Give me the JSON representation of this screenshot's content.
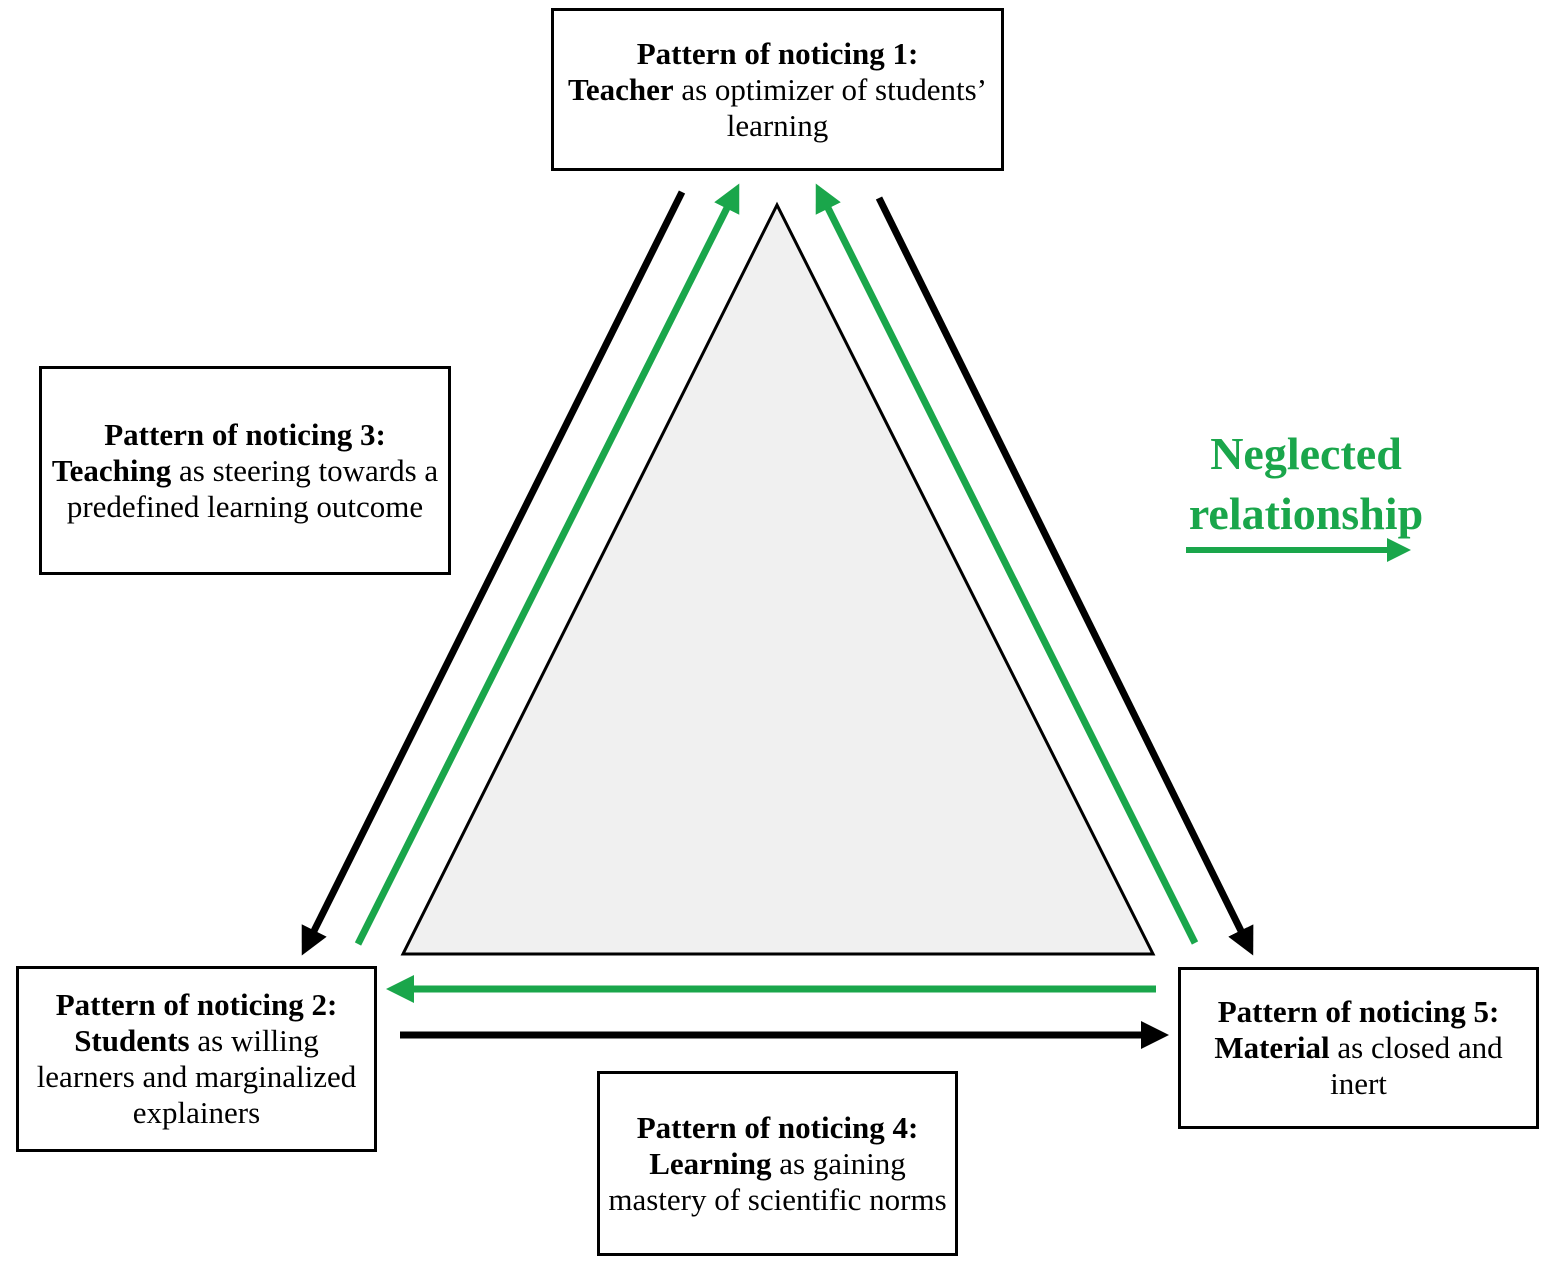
{
  "colors": {
    "black_arrow": "#000000",
    "green_arrow": "#1aa64b",
    "triangle_fill": "#f0f0f0",
    "triangle_stroke": "#000000"
  },
  "boxes": {
    "pattern1": {
      "title": "Pattern of noticing 1:",
      "keyword": "Teacher",
      "rest": " as optimizer of students’ learning"
    },
    "pattern2": {
      "title": "Pattern of noticing 2:",
      "keyword": "Students",
      "rest": " as willing learners and marginalized explainers"
    },
    "pattern3": {
      "title": "Pattern of noticing 3:",
      "keyword": "Teaching",
      "rest": " as steering towards a predefined learning outcome"
    },
    "pattern4": {
      "title": "Pattern of noticing 4:",
      "keyword": "Learning",
      "rest": " as gaining mastery of scientific norms"
    },
    "pattern5": {
      "title": "Pattern of noticing 5:",
      "keyword": "Material",
      "rest": " as closed and inert"
    }
  },
  "legend": {
    "label": "Neglected relationship"
  }
}
